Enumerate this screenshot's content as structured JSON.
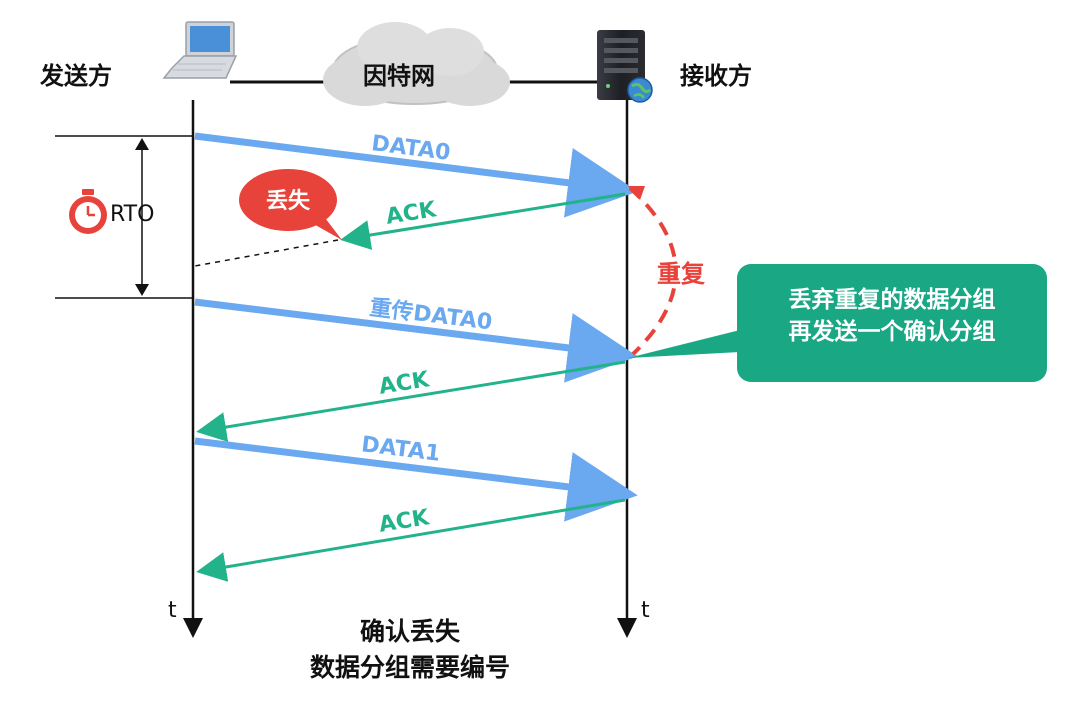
{
  "participants": {
    "sender": "发送方",
    "network": "因特网",
    "receiver": "接收方"
  },
  "timer": {
    "label": "RTO"
  },
  "time_axis": {
    "left": "t",
    "right": "t"
  },
  "messages": [
    {
      "label": "DATA0",
      "kind": "data"
    },
    {
      "label": "ACK",
      "kind": "ack",
      "status": "丢失"
    },
    {
      "label": "重传DATA0",
      "kind": "data"
    },
    {
      "label": "ACK",
      "kind": "ack"
    },
    {
      "label": "DATA1",
      "kind": "data"
    },
    {
      "label": "ACK",
      "kind": "ack"
    }
  ],
  "annotations": {
    "lost": "丢失",
    "duplicate": "重复",
    "callout_line1": "丢弃重复的数据分组",
    "callout_line2": "再发送一个确认分组"
  },
  "caption": {
    "line1": "确认丢失",
    "line2": "数据分组需要编号"
  },
  "colors": {
    "data_arrow": "#6aa8ef",
    "ack_arrow": "#22b38a",
    "lost_bubble": "#e8433b",
    "duplicate": "#e8433b",
    "callout": "#1aa784"
  },
  "icons": [
    "laptop-icon",
    "cloud-icon",
    "server-icon",
    "globe-icon",
    "stopwatch-icon"
  ]
}
